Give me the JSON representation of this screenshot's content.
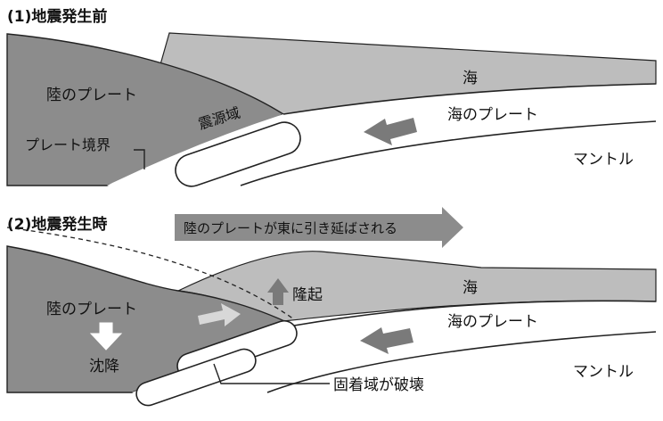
{
  "panel1": {
    "title": "(1)地震発生前",
    "labels": {
      "land_plate": "陸のプレート",
      "sea": "海",
      "sea_plate": "海のプレート",
      "focal_region": "震源域",
      "plate_boundary": "プレート境界",
      "mantle": "マントル"
    }
  },
  "panel2": {
    "title": "(2)地震発生時",
    "banner": "陸のプレートが東に引き延ばされる",
    "labels": {
      "land_plate": "陸のプレート",
      "uplift": "隆起",
      "subsidence": "沈降",
      "sea": "海",
      "sea_plate": "海のプレート",
      "mantle": "マントル",
      "locked_zone": "固着域が破壊"
    }
  },
  "colors": {
    "land": "#8c8c8c",
    "sea": "#bdbdbd",
    "arrow": "#7a7a7a",
    "outline": "#222222",
    "white": "#ffffff"
  }
}
